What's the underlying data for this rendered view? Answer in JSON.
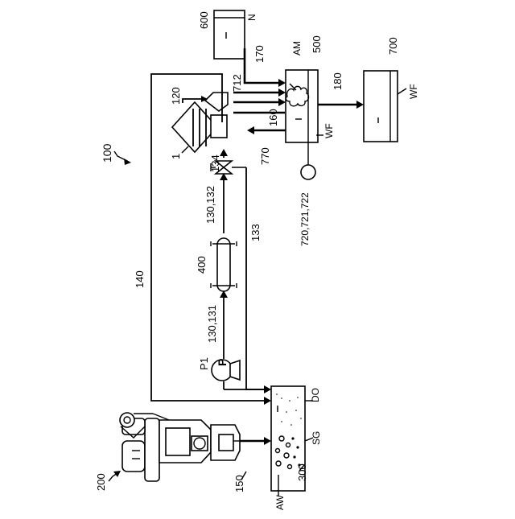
{
  "labels": {
    "system": "100",
    "system_200": "200",
    "tank_600": "600",
    "tank_600_content": "N",
    "line_170": "170",
    "tank_500": "500",
    "tank_500_am": "AM",
    "tank_500_wf": "WF",
    "tank_700": "700",
    "tank_700_wf": "WF",
    "line_180": "180",
    "line_712": "712",
    "line_160": "160",
    "line_770": "770",
    "sensor": "720,721,722",
    "unit_1": "1",
    "unit_120": "120",
    "valve_134": "134",
    "line_130_132": "130,132",
    "line_133": "133",
    "filter_400": "400",
    "line_140": "140",
    "line_130_131": "130,131",
    "pump_p1": "P1",
    "pump_symbol": "P",
    "tank_300_do": "DO",
    "tank_300_sg": "SG",
    "tank_300": "300",
    "tank_300_aw": "AW",
    "line_150": "150"
  }
}
